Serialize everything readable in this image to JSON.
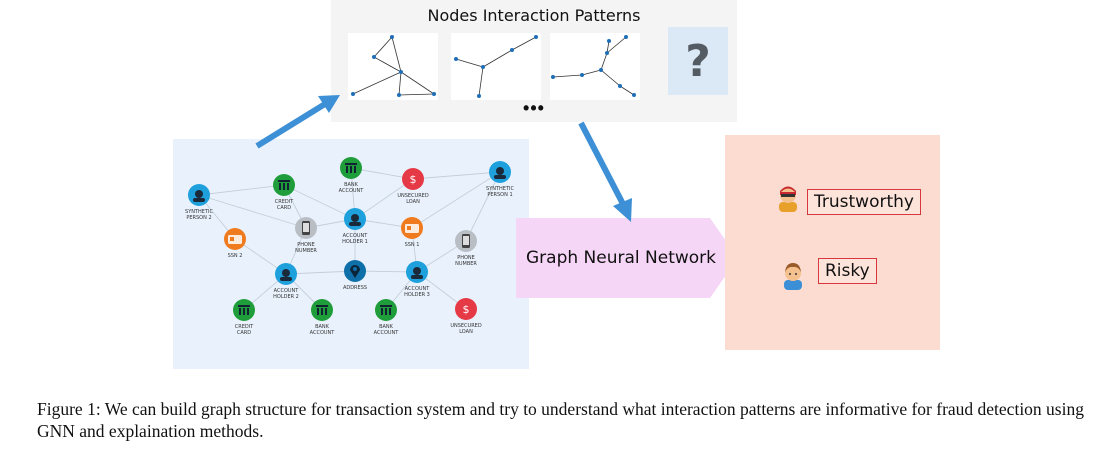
{
  "patterns": {
    "title": "Nodes Interaction Patterns",
    "ellipsis": "•••",
    "unknown": "?"
  },
  "model": {
    "label": "Graph Neural Network"
  },
  "results": {
    "trustworthy": "Trustworthy",
    "risky": "Risky"
  },
  "graph": {
    "nodes": {
      "synthetic_person_2": "SYNTHETIC|PERSON 2",
      "credit_card_top": "CREDIT|CARD",
      "bank_account_top": "BANK|ACCOUNT",
      "unsecured_loan_top": "UNSECURED|LOAN",
      "synthetic_person_1": "SYNTHETIC|PERSON 1",
      "ssn_2": "SSN 2",
      "phone_number_left": "PHONE|NUMBER",
      "account_holder_1": "ACCOUNT|HOLDER 1",
      "ssn_1": "SSN 1",
      "phone_number_right": "PHONE|NUMBER",
      "account_holder_2": "ACCOUNT|HOLDER 2",
      "address": "ADDRESS",
      "account_holder_3": "ACCOUNT|HOLDER 3",
      "credit_card_bottom": "CREDIT|CARD",
      "bank_account_bottom_left": "BANK|ACCOUNT",
      "bank_account_bottom_right": "BANK|ACCOUNT",
      "unsecured_loan_bottom": "UNSECURED|LOAN"
    }
  },
  "caption": "Figure 1: We can build graph structure for transaction system and try to understand what interaction patterns are informative for fraud detection using GNN and explaination methods.",
  "colors": {
    "person": "#1ea0dc",
    "bank": "#1f9d3a",
    "loan": "#e63946",
    "ssn": "#f07a1e",
    "phone": "#b9bec4",
    "address": "#0f6fa8",
    "arrow": "#3d8fd6",
    "gnn_box": "#f6d6f6"
  }
}
